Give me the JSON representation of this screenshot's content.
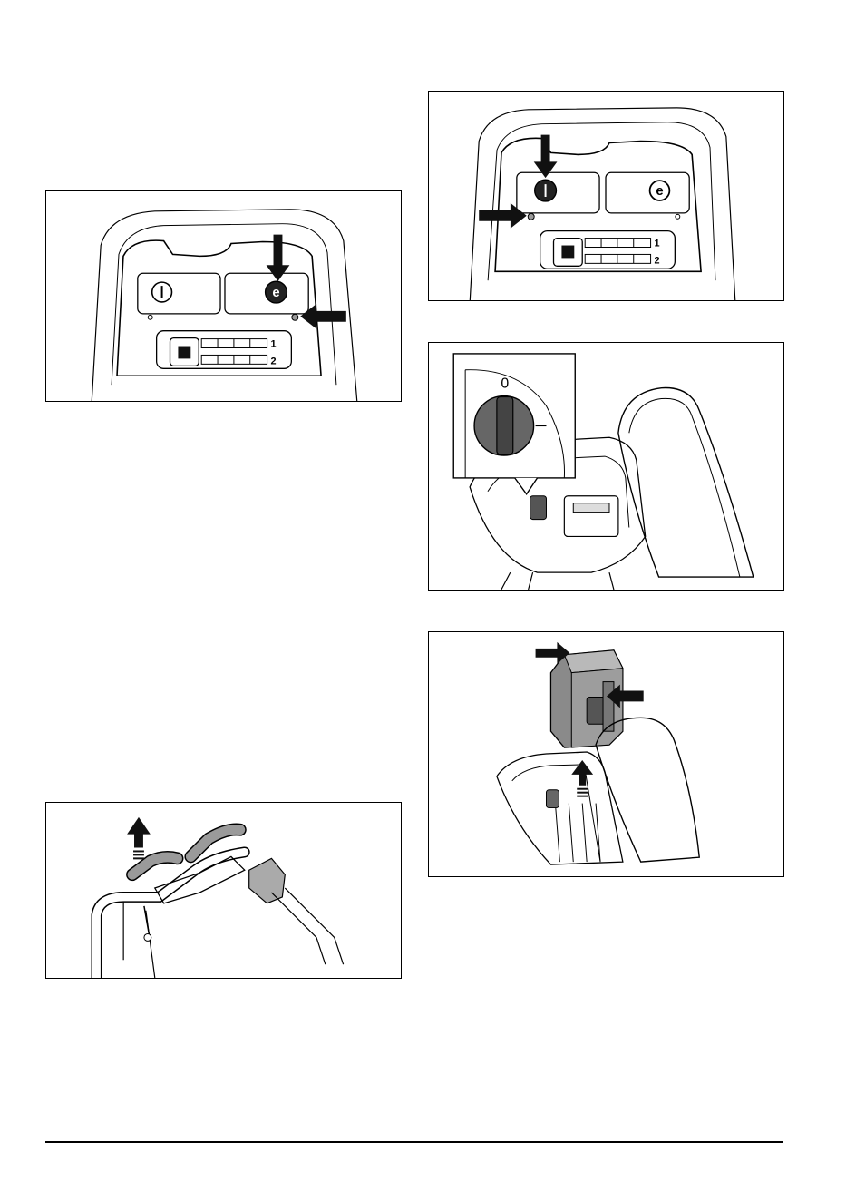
{
  "figures": {
    "panel_left": {
      "indicator_labels": [
        "1",
        "2"
      ]
    },
    "panel_right": {
      "indicator_labels": [
        "1",
        "2"
      ]
    },
    "key_inset": {
      "switch_label": "0"
    }
  }
}
